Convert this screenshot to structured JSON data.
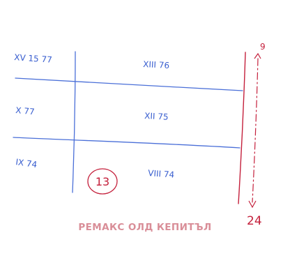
{
  "plot_labels": {
    "top_left": "XV 15 77",
    "top_right": "XIII 76",
    "middle_left": "X 77",
    "middle_right": "XII 75",
    "bottom_left": "IX 74",
    "bottom_right": "VIII 74"
  },
  "plot_number": "13",
  "axis_labels": {
    "start": "9",
    "end": "24"
  },
  "watermark_text": "РЕМАКС ОЛД КЕПИТЪЛ",
  "colors": {
    "plot_lines": "#4a6fd8",
    "plot_text": "#3a5fcf",
    "boundary_red": "#c41f3b",
    "watermark": "#d98e98"
  }
}
